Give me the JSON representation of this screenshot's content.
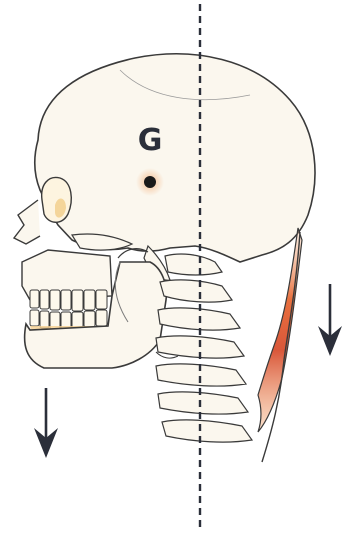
{
  "diagram": {
    "center_of_gravity_label": "G",
    "colors": {
      "background": "#ffffff",
      "outline": "#3a3a3a",
      "bone_fill": "#fbf7ee",
      "muscle_red": "#d9573a",
      "muscle_orange": "#f0a05a",
      "arrow": "#2b2f3a",
      "gravity_line": "#2b2f3a",
      "g_dot": "#1a1a1a"
    },
    "arrows": {
      "jaw_force_direction": "down",
      "neck_muscle_force_direction": "down"
    },
    "gravity_line_style": "dashed"
  }
}
